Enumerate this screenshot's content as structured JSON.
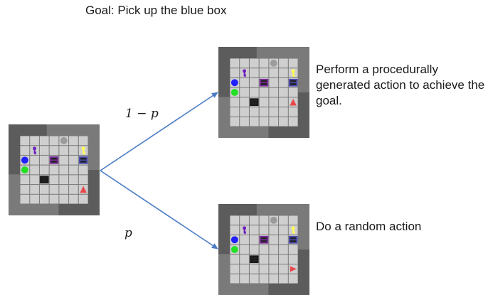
{
  "goal_text": "Goal: Pick up the blue box",
  "branch_top": {
    "probability": "1 − p",
    "description": "Perform a procedurally generated action to achieve the goal."
  },
  "branch_bottom": {
    "probability": "p",
    "description": "Do a random action"
  },
  "colors": {
    "wall": "#7a7a7a",
    "wall_dark": "#5c5c5c",
    "floor": "#cfcfcf",
    "cell_line": "#ffffff",
    "agent": "#e8474b",
    "blue_ball": "#1f1fff",
    "green_ball": "#22e022",
    "grey_ball": "#9b9b9b",
    "purple_key": "#6e1fbf",
    "yellow_key": "#ffff55",
    "box_blue": "#4a4ab0",
    "box_purple": "#7b2c9a",
    "box_black": "#1a1a1a",
    "arrow": "#4a7cc4"
  },
  "grids": {
    "start": {
      "objects": [
        {
          "type": "grey-ball",
          "col": 4,
          "row": 0
        },
        {
          "type": "purple-key",
          "col": 1,
          "row": 1
        },
        {
          "type": "yellow-key",
          "col": 6,
          "row": 1
        },
        {
          "type": "blue-ball",
          "col": 0,
          "row": 2
        },
        {
          "type": "purple-box",
          "col": 3,
          "row": 2
        },
        {
          "type": "blue-box",
          "col": 6,
          "row": 2
        },
        {
          "type": "green-ball",
          "col": 0,
          "row": 3
        },
        {
          "type": "black-box",
          "col": 2,
          "row": 4
        },
        {
          "type": "agent",
          "col": 6,
          "row": 5,
          "dir": "up"
        }
      ]
    },
    "top": {
      "objects": [
        {
          "type": "grey-ball",
          "col": 4,
          "row": 0
        },
        {
          "type": "purple-key",
          "col": 1,
          "row": 1
        },
        {
          "type": "yellow-key",
          "col": 6,
          "row": 1
        },
        {
          "type": "blue-ball",
          "col": 0,
          "row": 2
        },
        {
          "type": "purple-box",
          "col": 3,
          "row": 2
        },
        {
          "type": "blue-box",
          "col": 6,
          "row": 2
        },
        {
          "type": "green-ball",
          "col": 0,
          "row": 3
        },
        {
          "type": "black-box",
          "col": 2,
          "row": 4
        },
        {
          "type": "agent",
          "col": 6,
          "row": 4,
          "dir": "up"
        }
      ]
    },
    "bottom": {
      "objects": [
        {
          "type": "grey-ball",
          "col": 4,
          "row": 0
        },
        {
          "type": "purple-key",
          "col": 1,
          "row": 1
        },
        {
          "type": "yellow-key",
          "col": 6,
          "row": 1
        },
        {
          "type": "blue-ball",
          "col": 0,
          "row": 2
        },
        {
          "type": "purple-box",
          "col": 3,
          "row": 2
        },
        {
          "type": "blue-box",
          "col": 6,
          "row": 2
        },
        {
          "type": "green-ball",
          "col": 0,
          "row": 3
        },
        {
          "type": "black-box",
          "col": 2,
          "row": 4
        },
        {
          "type": "agent",
          "col": 6,
          "row": 5,
          "dir": "right"
        }
      ]
    }
  }
}
